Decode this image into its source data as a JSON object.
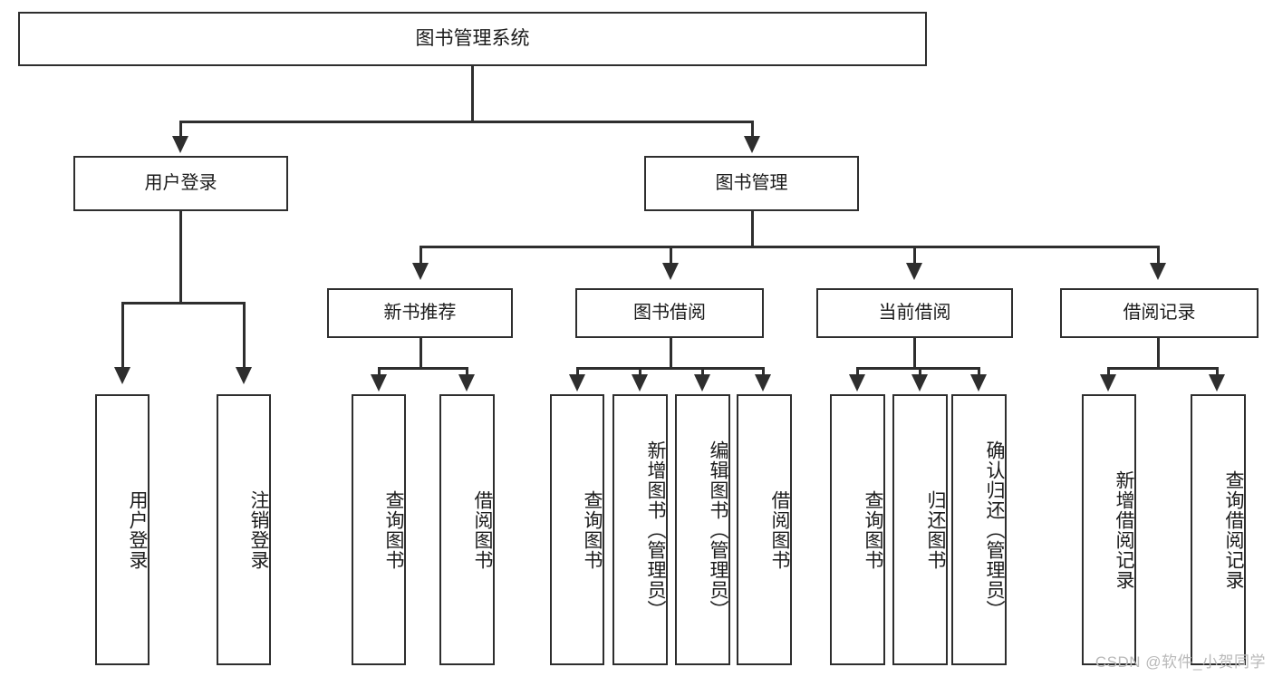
{
  "diagram": {
    "type": "tree-hierarchy",
    "title": "图书管理系统",
    "root": {
      "id": "root",
      "label": "图书管理系统"
    },
    "level2": [
      {
        "id": "user-login",
        "label": "用户登录"
      },
      {
        "id": "book-management",
        "label": "图书管理"
      }
    ],
    "level3": [
      {
        "id": "new-book-recommend",
        "label": "新书推荐",
        "parent": "book-management"
      },
      {
        "id": "book-borrow",
        "label": "图书借阅",
        "parent": "book-management"
      },
      {
        "id": "current-borrow",
        "label": "当前借阅",
        "parent": "book-management"
      },
      {
        "id": "borrow-record",
        "label": "借阅记录",
        "parent": "book-management"
      }
    ],
    "leaves": {
      "user_login": [
        {
          "id": "leaf-user-login",
          "label": "用户登录"
        },
        {
          "id": "leaf-logout-login",
          "label": "注销登录"
        }
      ],
      "new_book_recommend": [
        {
          "id": "leaf-query-book-1",
          "label": "查询图书"
        },
        {
          "id": "leaf-borrow-book-1",
          "label": "借阅图书"
        }
      ],
      "book_borrow": [
        {
          "id": "leaf-query-book-2",
          "label": "查询图书"
        },
        {
          "id": "leaf-add-book",
          "label": "新增图书（管理员）"
        },
        {
          "id": "leaf-edit-book",
          "label": "编辑图书（管理员）"
        },
        {
          "id": "leaf-borrow-book-2",
          "label": "借阅图书"
        }
      ],
      "current_borrow": [
        {
          "id": "leaf-query-book-3",
          "label": "查询图书"
        },
        {
          "id": "leaf-return-book",
          "label": "归还图书"
        },
        {
          "id": "leaf-confirm-return",
          "label": "确认归还（管理员）"
        }
      ],
      "borrow_record": [
        {
          "id": "leaf-add-borrow-record",
          "label": "新增借阅记录"
        },
        {
          "id": "leaf-query-borrow-record",
          "label": "查询借阅记录"
        }
      ]
    },
    "colors": {
      "stroke": "#2e2e2e",
      "fill": "#ffffff",
      "text": "#1b1b1b",
      "watermark": "#b9b9b9"
    }
  },
  "watermark": {
    "text": "CSDN @软件_小贺同学"
  }
}
